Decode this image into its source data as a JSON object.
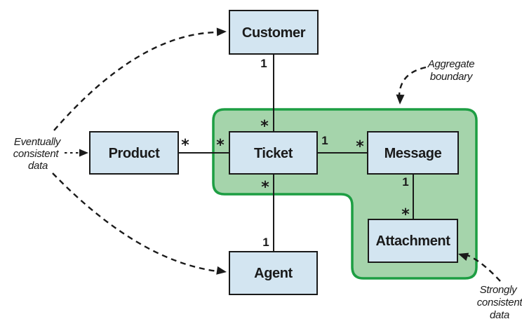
{
  "diagram": {
    "entities": {
      "customer": "Customer",
      "product": "Product",
      "ticket": "Ticket",
      "message": "Message",
      "attachment": "Attachment",
      "agent": "Agent"
    },
    "relations": {
      "customer_ticket": {
        "customer_end": "1",
        "ticket_end": "*"
      },
      "product_ticket": {
        "product_end": "*",
        "ticket_end": "*"
      },
      "ticket_message": {
        "ticket_end": "1",
        "message_end": "*"
      },
      "ticket_agent": {
        "ticket_end": "*",
        "agent_end": "1"
      },
      "message_attachment": {
        "message_end": "1",
        "attachment_end": "*"
      }
    },
    "annotations": {
      "eventually_consistent": {
        "lines": [
          "Eventually",
          "consistent",
          "data"
        ]
      },
      "aggregate_boundary": {
        "lines": [
          "Aggregate",
          "boundary"
        ]
      },
      "strongly_consistent": {
        "lines": [
          "Strongly",
          "consistent",
          "data"
        ]
      }
    },
    "colors": {
      "entity_fill": "#d3e5f1",
      "entity_border": "#1a1a1a",
      "aggregate_fill": "#a5d4ab",
      "aggregate_border": "#1d9e43",
      "line_color": "#1a1a1a",
      "background": "#ffffff"
    }
  }
}
